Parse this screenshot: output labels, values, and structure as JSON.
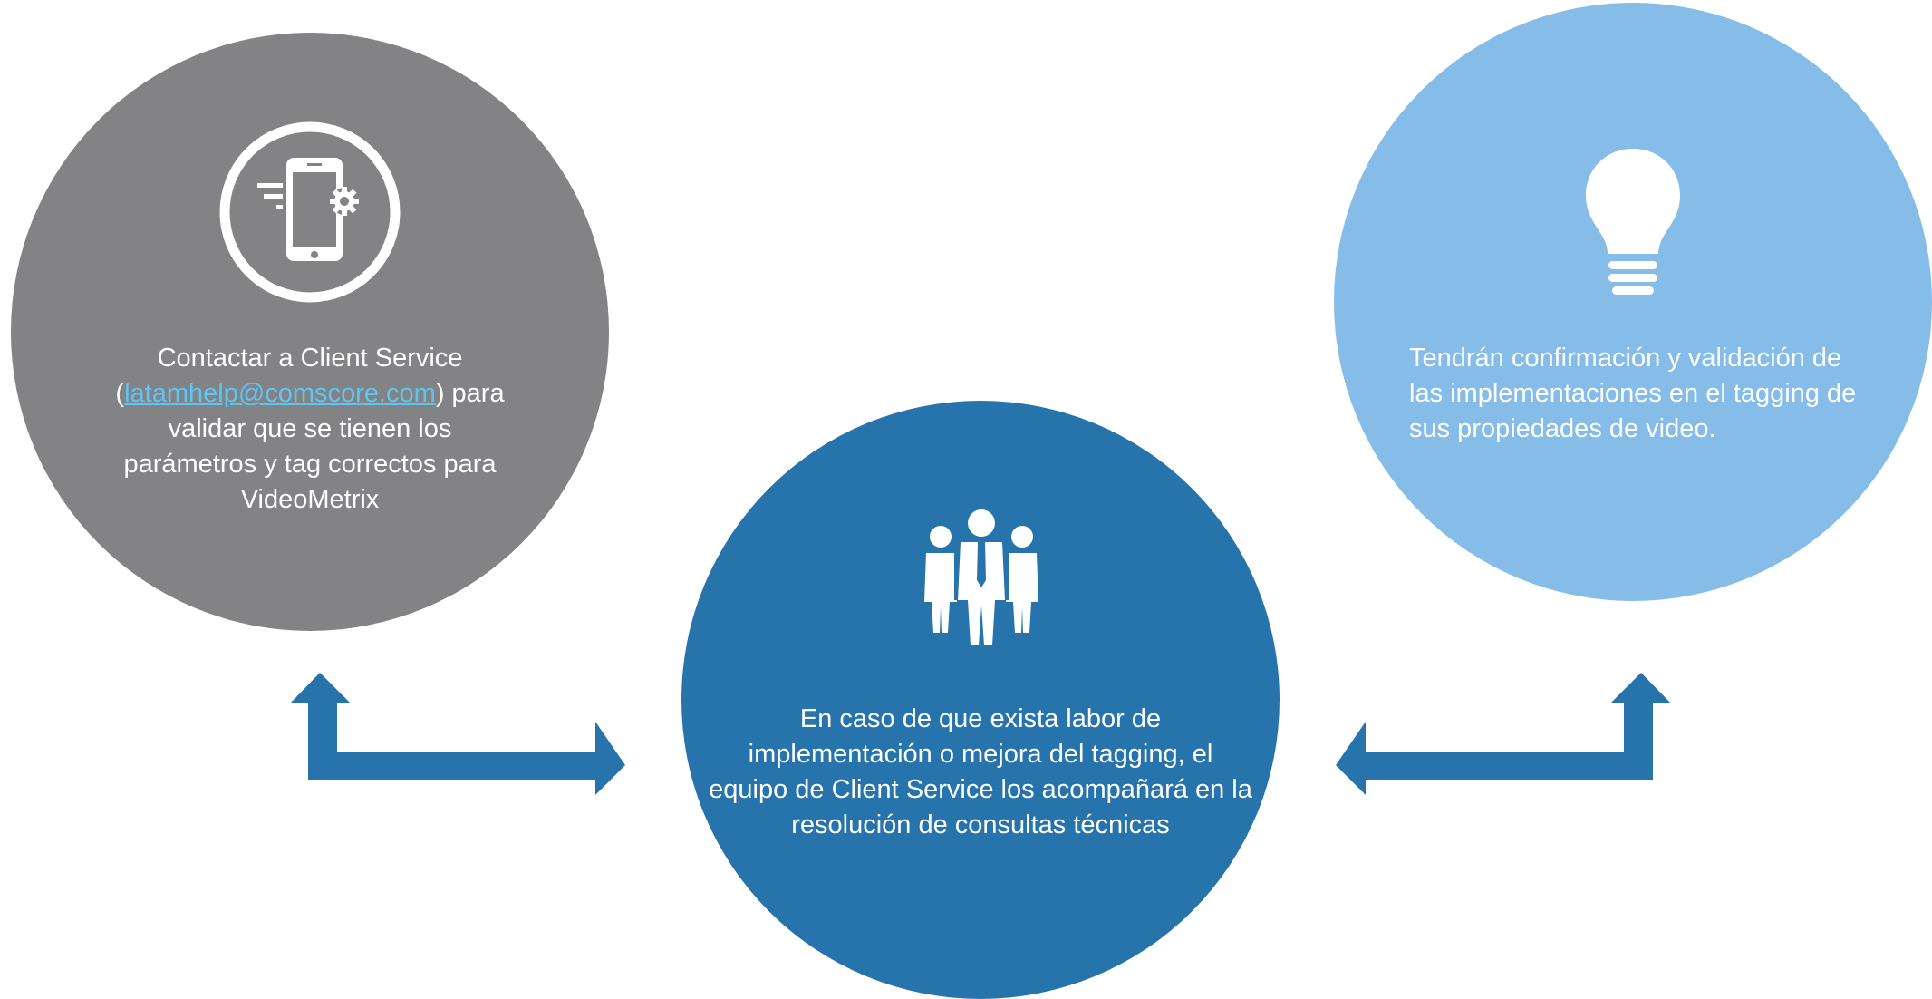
{
  "steps": [
    {
      "icon": "phone-settings-icon",
      "color": "#838386",
      "text_before": "Contactar a Client Service (",
      "email": "latamhelp@comscore.com",
      "text_after": ") para validar que se tienen los parámetros y tag correctos para VideoMetrix"
    },
    {
      "icon": "team-icon",
      "color": "#2773ac",
      "text": "En caso de que exista labor de implementación o mejora del tagging, el equipo de Client Service los acompañará en la resolución de consultas técnicas"
    },
    {
      "icon": "lightbulb-icon",
      "color": "#86bce8",
      "text": "Tendrán confirmación y validación de las implementaciones en el tagging de sus propiedades de video."
    }
  ],
  "arrow_color": "#2773ac",
  "link_color": "#5bc6f3"
}
